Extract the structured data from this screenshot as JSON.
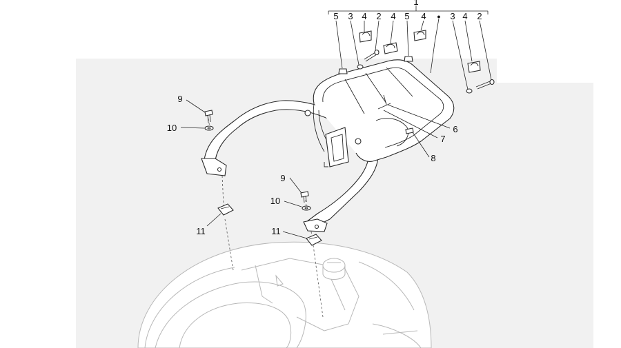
{
  "diagram": {
    "callouts": {
      "c1": "1",
      "c5a": "5",
      "c3a": "3",
      "c2a": "2",
      "c4a": "4",
      "c4b": "4",
      "c5b": "5",
      "c4c": "4",
      "dot": "●",
      "c3b": "3",
      "c4d": "4",
      "c2b": "2",
      "c9a": "9",
      "c10a": "10",
      "c11a": "11",
      "c9b": "9",
      "c10b": "10",
      "c11b": "11",
      "c6": "6",
      "c7": "7",
      "c8": "8"
    }
  }
}
